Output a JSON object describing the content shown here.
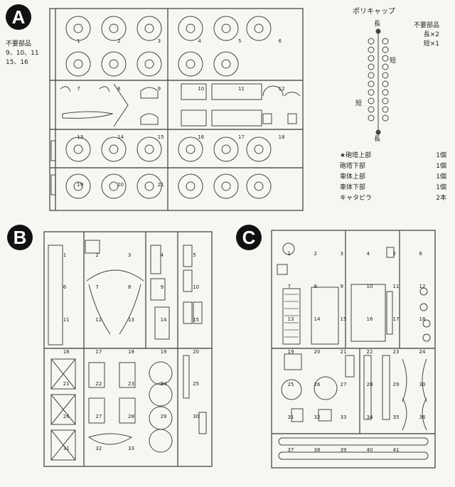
{
  "sections": {
    "a": {
      "letter": "A"
    },
    "b": {
      "letter": "B"
    },
    "c": {
      "letter": "C"
    }
  },
  "unneeded_a": {
    "heading": "不要部品",
    "line1": "9、10、11",
    "line2": "15、16"
  },
  "polycap": {
    "title": "ポリキャップ",
    "long": "長",
    "short": "短",
    "unneeded_heading": "不要部品",
    "unneeded_long": "長×2",
    "unneeded_short": "短×1"
  },
  "legend": [
    {
      "label": "★砲塔上部",
      "qty": "1個"
    },
    {
      "label": "砲塔下部",
      "qty": "1個"
    },
    {
      "label": "車体上部",
      "qty": "1個"
    },
    {
      "label": "車体下部",
      "qty": "1個"
    },
    {
      "label": "キャタピラ",
      "qty": "2本"
    }
  ],
  "part_numbers_a": [
    "1",
    "2",
    "3",
    "4",
    "5",
    "6",
    "7",
    "8",
    "9",
    "10",
    "11",
    "12",
    "13",
    "14",
    "15",
    "16",
    "17",
    "18",
    "19",
    "20",
    "21"
  ],
  "part_numbers_b": [
    "1",
    "2",
    "3",
    "4",
    "5",
    "6",
    "7",
    "8",
    "9",
    "10",
    "11",
    "12",
    "13",
    "14",
    "15",
    "16",
    "17",
    "18",
    "19",
    "20",
    "21",
    "22",
    "23",
    "24",
    "25",
    "26",
    "27",
    "28",
    "29",
    "30",
    "31",
    "32",
    "33"
  ],
  "part_numbers_c": [
    "1",
    "2",
    "3",
    "4",
    "5",
    "6",
    "7",
    "8",
    "9",
    "10",
    "11",
    "12",
    "13",
    "14",
    "15",
    "16",
    "17",
    "18",
    "19",
    "20",
    "21",
    "22",
    "23",
    "24",
    "25",
    "26",
    "27",
    "28",
    "29",
    "30",
    "31",
    "32",
    "33",
    "34",
    "35",
    "36",
    "37",
    "38",
    "39",
    "40",
    "41"
  ]
}
